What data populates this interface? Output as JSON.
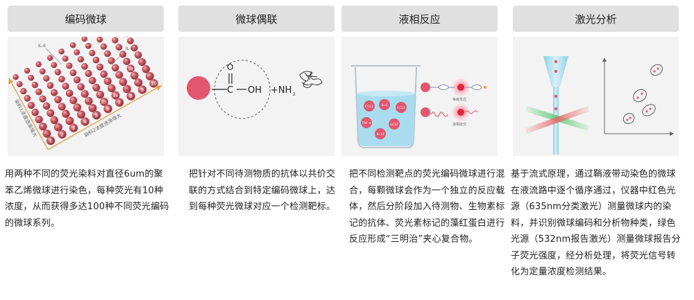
{
  "panels": [
    {
      "title": "编码微球",
      "description": "用两种不同的荧光染料对直径6um的聚苯乙烯微球进行染色，每种荧光有10种浓度，从而获得多达100种不同荧光编码的微球系列。",
      "image_labels": {
        "callout_left": "IL-6",
        "callout_right": "IL-2",
        "axis_left": "染料1浓度逐渐增大",
        "axis_bottom": "染料2浓度逐渐增大",
        "front_numbers": [
          "1",
          "2",
          "3",
          "4",
          "5",
          "6",
          "7",
          "8",
          "9",
          "10"
        ],
        "extra_numbers": [
          "25",
          "16",
          "38"
        ]
      }
    },
    {
      "title": "微球偶联",
      "description": "把针对不同待测物质的抗体以共价交联的方式结合到特定编码微球上，达到每种荧光微球对应一个检测靶标。",
      "image_labels": {
        "carbonyl_o": "O",
        "carbon": "C",
        "hydroxyl": "OH",
        "amine": "+NH",
        "amine_sub": "2"
      }
    },
    {
      "title": "液相反应",
      "description": "把不同检测靶点的荧光编码微球进行混合，每颗微球会作为一个独立的反应载体，然后分阶段加入待测物、生物素标记的抗体、荧光素标记的藻红蛋白进行反应形成“三明治”夹心复合物。",
      "image_labels": {
        "beads": [
          "CCL2",
          "IL-6",
          "CCL5",
          "TNF-α",
          "GCSF",
          "IL-13"
        ],
        "label_immune": "免疫反应",
        "label_conjugate": "液相杂交"
      }
    },
    {
      "title": "激光分析",
      "description": "基于流式原理，通过鞘液带动染色的微球在液流路中逐个循序通过，仪器中红色光源（635nm分类激光）测量微球内的染料，并识别微球编码和分析物种类，绿色光源（532nm报告激光）测量微球报告分子荧光强度，经分析处理，将荧光信号转化为定量浓度检测结果。"
    }
  ],
  "colors": {
    "header_bg": "#e0e0e0",
    "bead_red": "#c9565f",
    "bead_pink": "#e2566e",
    "axis_orange": "#e9a04a",
    "liquid_blue": "#a9dcee",
    "laser_green": "#5bc872",
    "laser_red": "#e86a6a",
    "capillary_blue": "#8fd0e4"
  }
}
